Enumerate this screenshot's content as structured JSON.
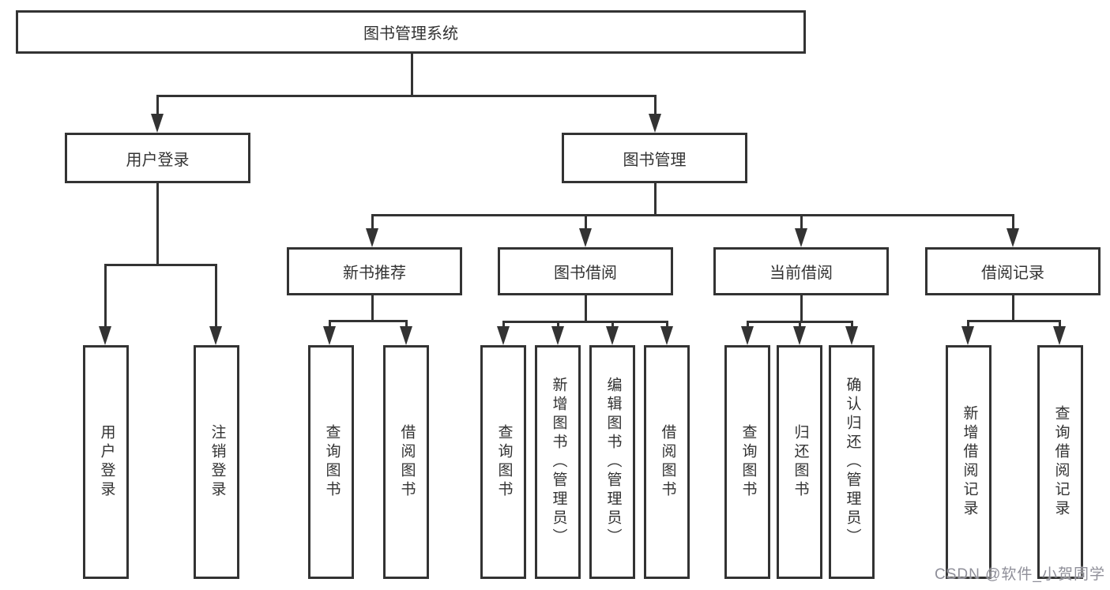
{
  "colors": {
    "line": "#333333",
    "box_border": "#333333",
    "text": "#333333",
    "background": "#ffffff",
    "watermark": "#8f8f99"
  },
  "watermark": "CSDN @软件_小贺同学",
  "tree": {
    "root": "图书管理系统",
    "branches": [
      {
        "label": "用户登录",
        "children": [
          "用户登录",
          "注销登录"
        ]
      },
      {
        "label": "图书管理",
        "groups": [
          {
            "label": "新书推荐",
            "children": [
              "查询图书",
              "借阅图书"
            ]
          },
          {
            "label": "图书借阅",
            "children": [
              "查询图书",
              "新增图书（管理员）",
              "编辑图书（管理员）",
              "借阅图书"
            ]
          },
          {
            "label": "当前借阅",
            "children": [
              "查询图书",
              "归还图书",
              "确认归还（管理员）"
            ]
          },
          {
            "label": "借阅记录",
            "children": [
              "新增借阅记录",
              "查询借阅记录"
            ]
          }
        ]
      }
    ]
  }
}
